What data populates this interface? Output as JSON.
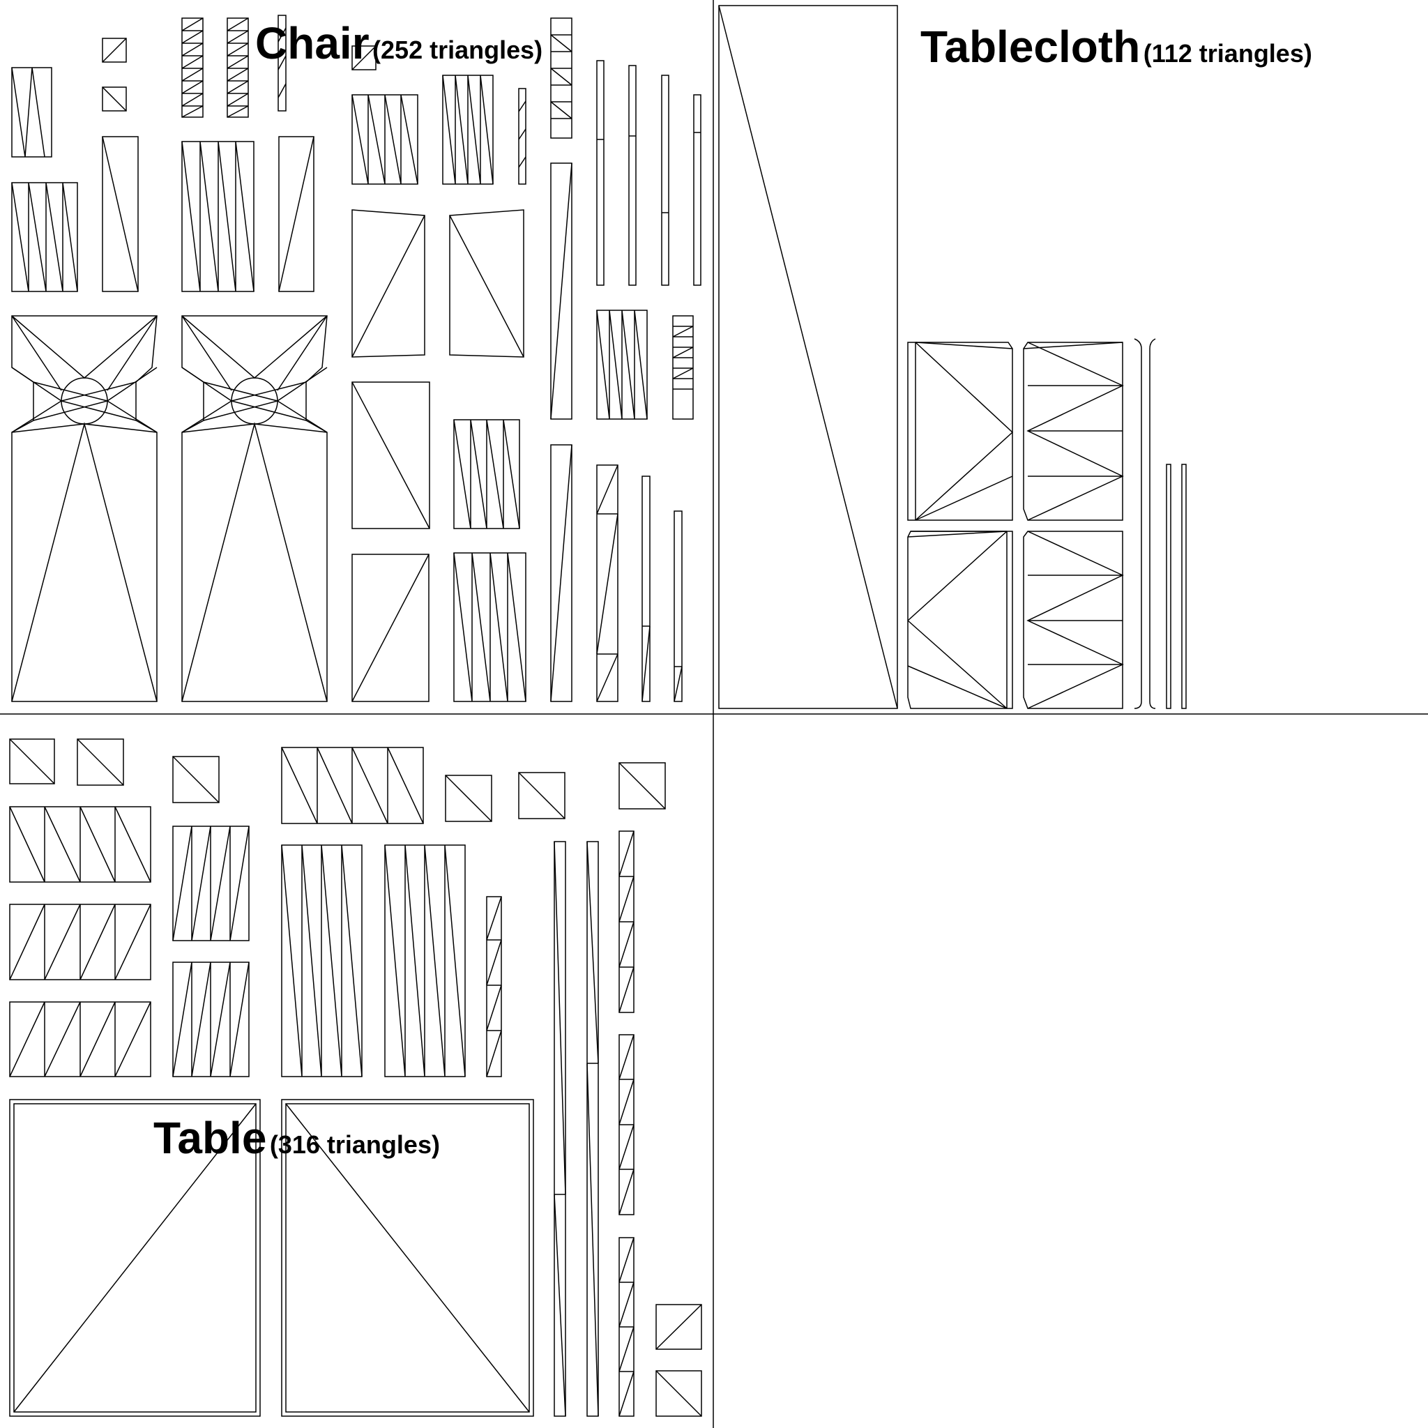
{
  "colors": {
    "background": "#ffffff",
    "line": "#000000"
  },
  "sections": [
    {
      "id": "chair",
      "name": "Chair",
      "triangles": "(252 triangles)"
    },
    {
      "id": "tablecloth",
      "name": "Tablecloth",
      "triangles": "(112 triangles)"
    },
    {
      "id": "table",
      "name": "Table",
      "triangles": "(316 triangles)"
    }
  ]
}
